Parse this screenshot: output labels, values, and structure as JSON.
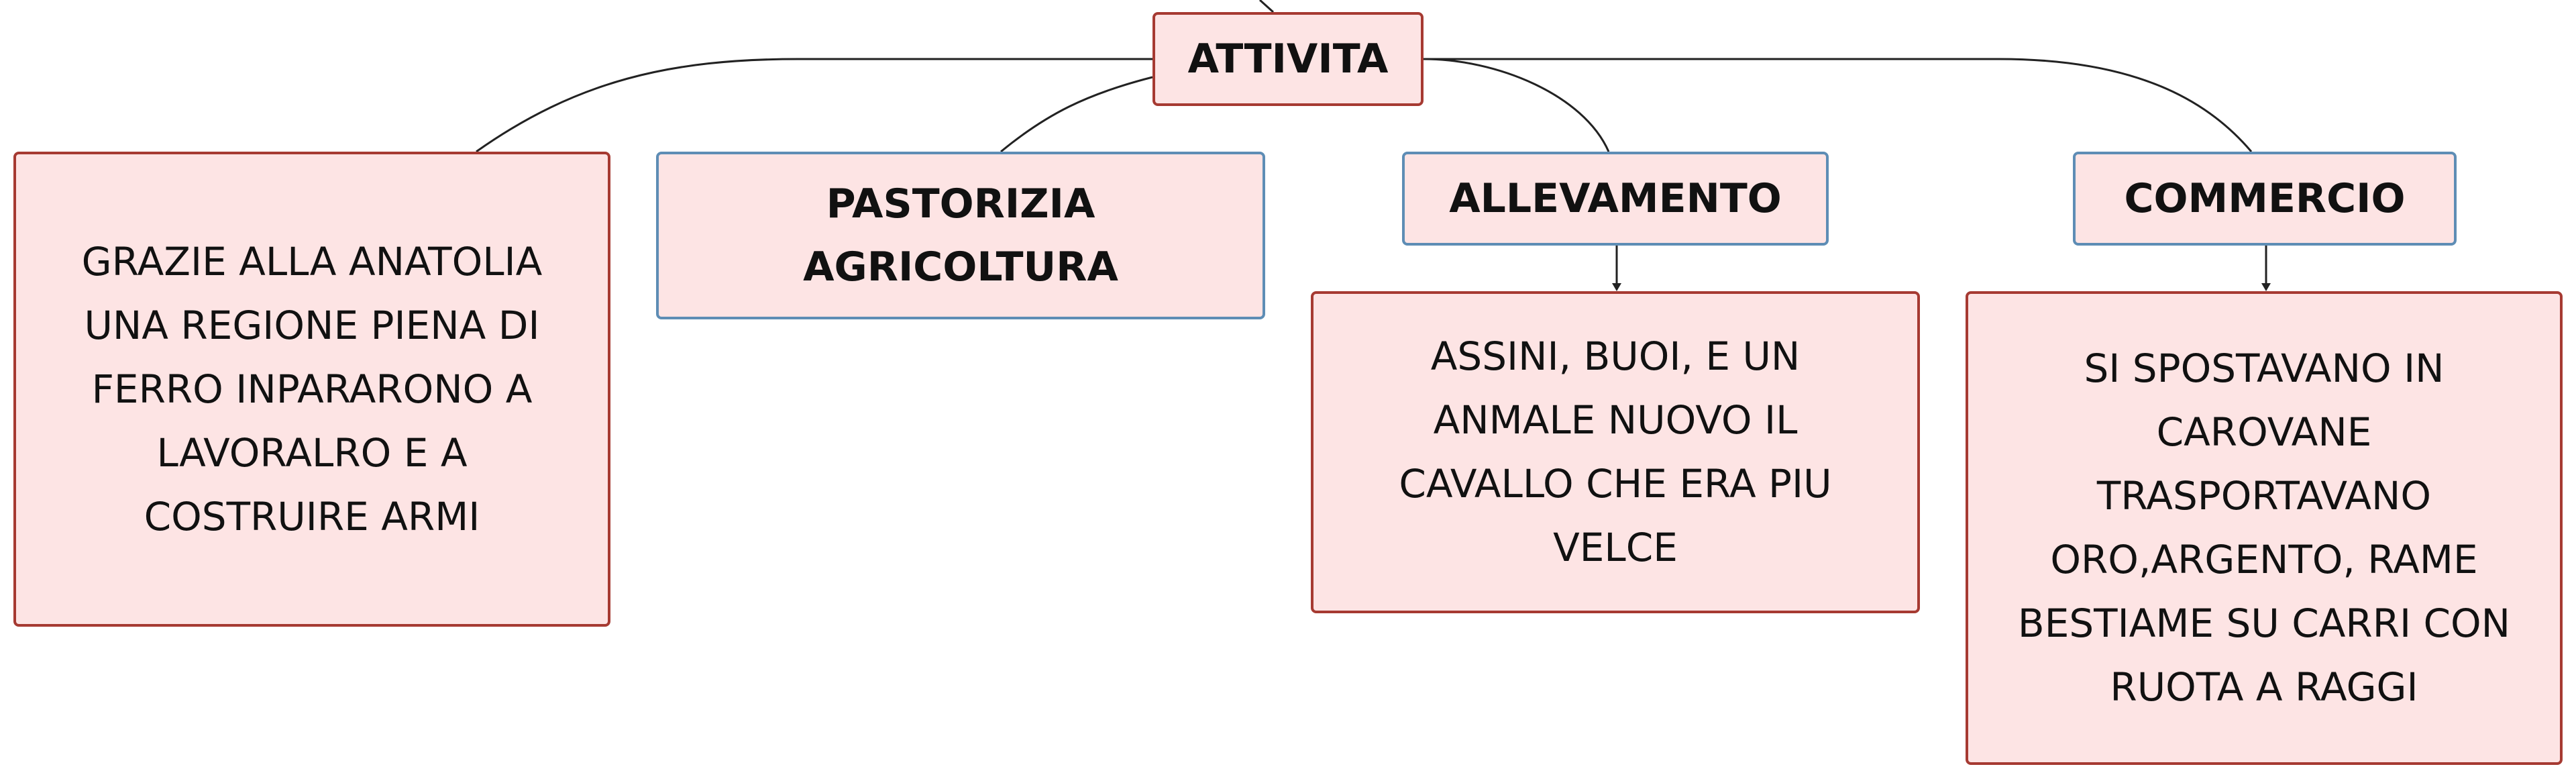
{
  "diagram": {
    "root": {
      "label": "ATTIVITA"
    },
    "description": {
      "text": "GRAZIE ALLA ANATOLIA\nUNA REGIONE PIENA DI\nFERRO INPARARONO A\nLAVORALRO E A\nCOSTRUIRE ARMI"
    },
    "branches": [
      {
        "label": "PASTORIZIA\nAGRICOLTURA"
      },
      {
        "label": "ALLEVAMENTO",
        "detail": "ASSINI, BUOI, E UN\nANMALE NUOVO IL\nCAVALLO CHE ERA PIU\nVELCE"
      },
      {
        "label": "COMMERCIO",
        "detail": "SI SPOSTAVANO IN\nCAROVANE\nTRASPORTAVANO\nORO,ARGENTO, RAME\nBESTIAME SU CARRI CON\nRUOTA A RAGGI"
      }
    ],
    "colors": {
      "node_fill": "#fde4e4",
      "red_border": "#a63a32",
      "blue_border": "#5e8db5",
      "line": "#222222"
    }
  }
}
